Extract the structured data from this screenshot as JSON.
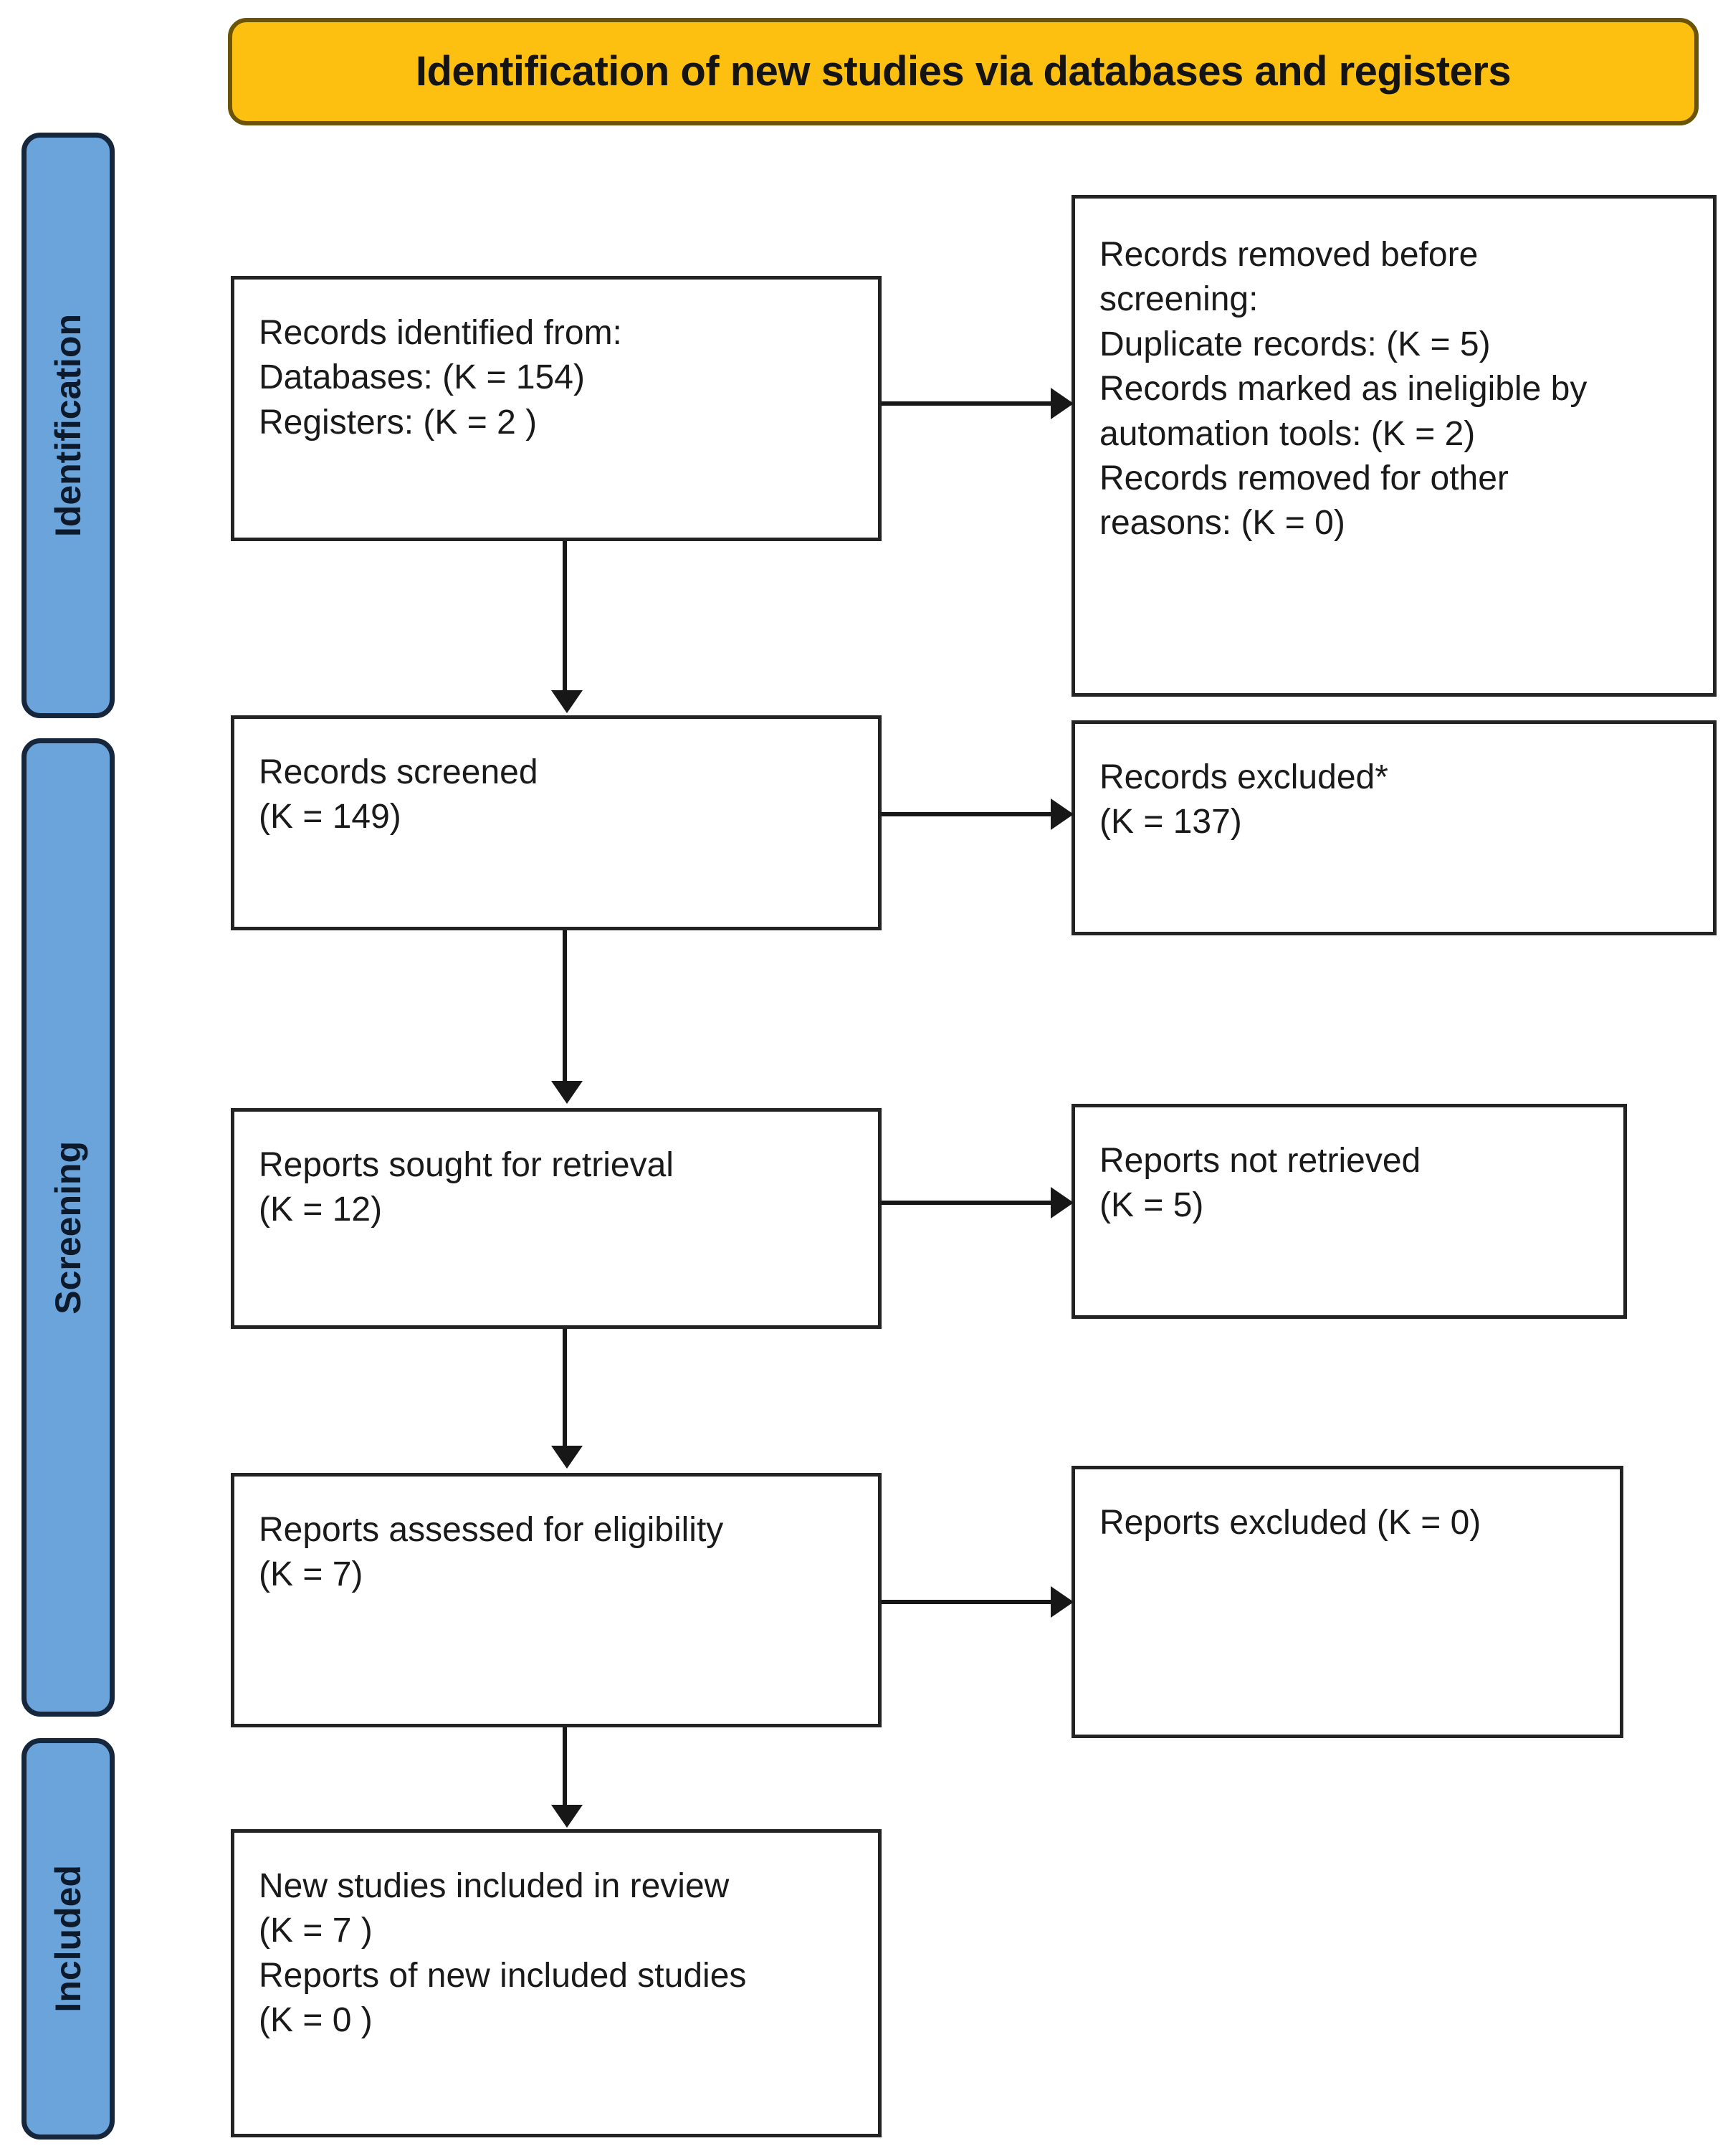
{
  "header": {
    "title": "Identification of new studies via databases and registers",
    "bg_color": "#FDC010",
    "border_color": "#6B5406",
    "text_color": "#141414"
  },
  "stages": [
    {
      "id": "identification",
      "label": "Identification"
    },
    {
      "id": "screening",
      "label": "Screening"
    },
    {
      "id": "included",
      "label": "Included"
    }
  ],
  "stage_style": {
    "bg_color": "#6BA4DB",
    "border_color": "#16263C",
    "text_color": "#0C1A2B"
  },
  "boxes": {
    "identified": {
      "name": "records-identified",
      "lines": [
        "Records identified from:",
        "Databases: (K = 154)",
        "Registers: (K = 2 )"
      ]
    },
    "removed": {
      "name": "records-removed-before-screening",
      "lines": [
        "Records removed before",
        "screening:",
        "Duplicate records: (K = 5)",
        "Records marked as ineligible by",
        "automation tools: (K =  2)",
        "Records removed for other",
        "reasons: (K = 0)"
      ]
    },
    "screened": {
      "name": "records-screened",
      "lines": [
        "Records screened",
        "(K = 149)"
      ]
    },
    "excluded_records": {
      "name": "records-excluded",
      "lines": [
        "Records excluded*",
        "(K = 137)"
      ]
    },
    "sought": {
      "name": "reports-sought-for-retrieval",
      "lines": [
        "Reports sought for retrieval",
        "(K = 12)"
      ]
    },
    "not_retrieved": {
      "name": "reports-not-retrieved",
      "lines": [
        "Reports not retrieved",
        "(K = 5)"
      ]
    },
    "assessed": {
      "name": "reports-assessed-for-eligibility",
      "lines": [
        "Reports assessed for eligibility",
        "(K = 7)"
      ]
    },
    "excluded_reports": {
      "name": "reports-excluded",
      "lines": [
        "Reports excluded (K =  0)"
      ]
    },
    "included": {
      "name": "new-studies-included",
      "lines": [
        "New studies included in review",
        "(K = 7 )",
        "Reports of new included studies",
        "(K = 0 )"
      ]
    }
  },
  "counts": {
    "databases": 154,
    "registers": 2,
    "duplicate_records": 5,
    "ineligible_automation": 2,
    "removed_other": 0,
    "screened": 149,
    "excluded_records": 137,
    "sought": 12,
    "not_retrieved": 5,
    "assessed": 7,
    "excluded_reports": 0,
    "included_studies": 7,
    "included_reports": 0
  },
  "line_color": "#171717",
  "box_border_color": "#232323"
}
